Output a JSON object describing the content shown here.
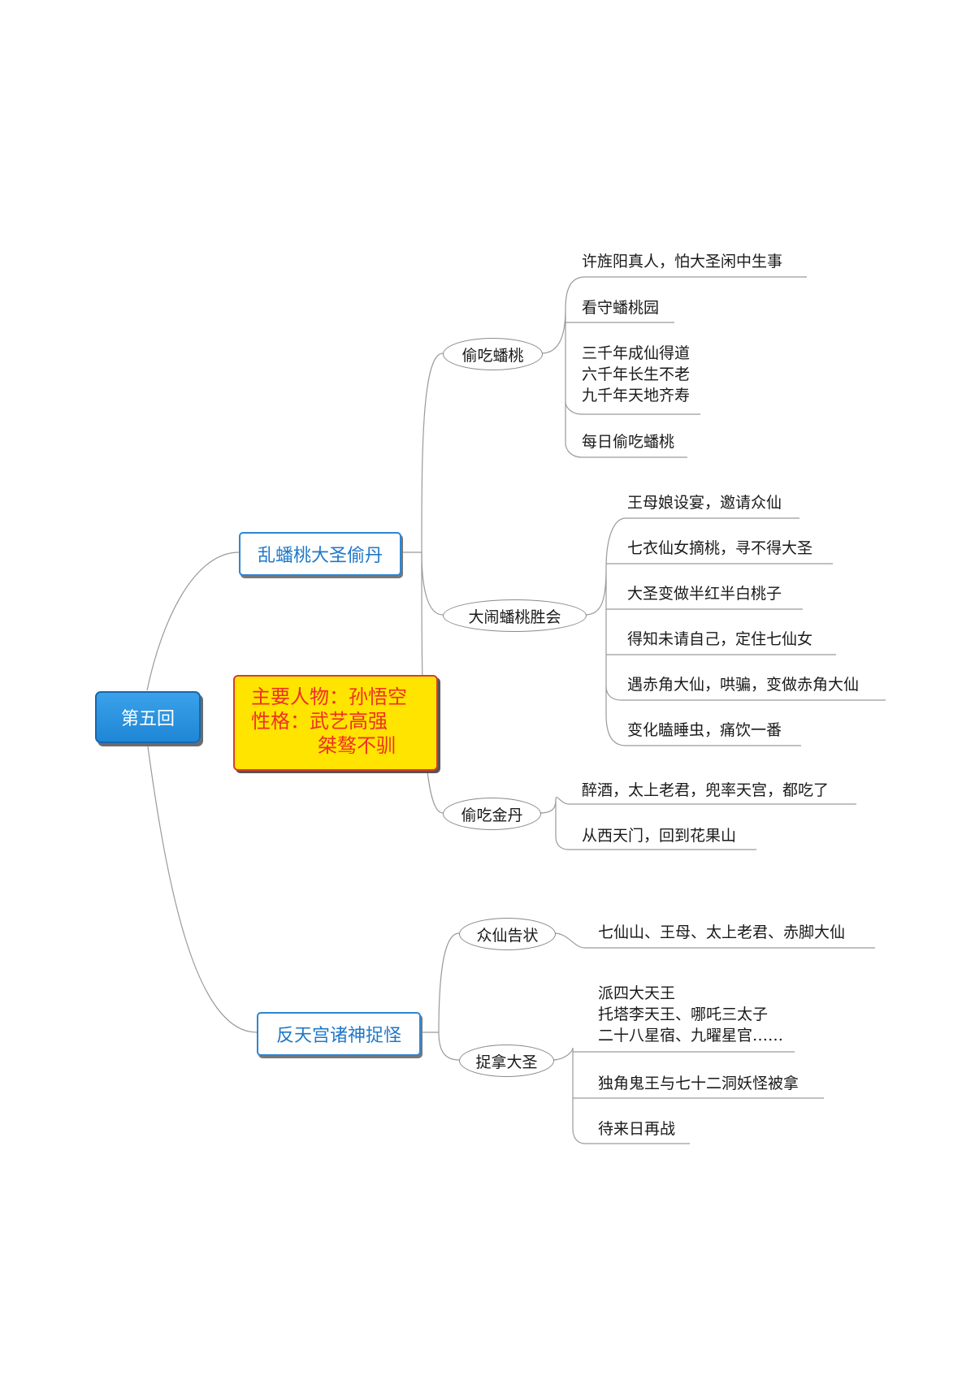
{
  "root": {
    "label": "第五回"
  },
  "branches": [
    {
      "label": "乱蟠桃大圣偷丹",
      "subs": [
        {
          "label": "偷吃蟠桃",
          "leaves": [
            [
              "许旌阳真人，怕大圣闲中生事"
            ],
            [
              "看守蟠桃园"
            ],
            [
              "三千年成仙得道",
              "六千年长生不老",
              "九千年天地齐寿"
            ],
            [
              "每日偷吃蟠桃"
            ]
          ]
        },
        {
          "label": "大闹蟠桃胜会",
          "leaves": [
            [
              "王母娘设宴，邀请众仙"
            ],
            [
              "七衣仙女摘桃，寻不得大圣"
            ],
            [
              "大圣变做半红半白桃子"
            ],
            [
              "得知未请自己，定住七仙女"
            ],
            [
              "遇赤角大仙，哄骗，变做赤角大仙"
            ],
            [
              "变化瞌睡虫，痛饮一番"
            ]
          ]
        },
        {
          "label": "偷吃金丹",
          "leaves": [
            [
              "醉酒，太上老君，兜率天宫，都吃了"
            ],
            [
              "从西天门，回到花果山"
            ]
          ]
        }
      ]
    },
    {
      "label": "反天宫诸神捉怪",
      "subs": [
        {
          "label": "众仙告状",
          "leaves": [
            [
              "七仙山、王母、太上老君、赤脚大仙"
            ]
          ]
        },
        {
          "label": "捉拿大圣",
          "leaves": [
            [
              "派四大天王",
              "托塔李天王、哪吒三太子",
              "二十八星宿、九曜星官……"
            ],
            [
              "独角鬼王与七十二洞妖怪被拿"
            ],
            [
              "待来日再战"
            ]
          ]
        }
      ]
    }
  ],
  "note": {
    "line1": "主要人物：孙悟空",
    "line2": "性格：武艺高强",
    "line3": "桀骜不驯"
  },
  "colors": {
    "root": "#1f86d6",
    "branch_border": "#2f86d2",
    "branch_text": "#1f78c8",
    "note_bg": "#ffe400",
    "note_text": "#ef2f24",
    "line": "#9a9a9a"
  }
}
